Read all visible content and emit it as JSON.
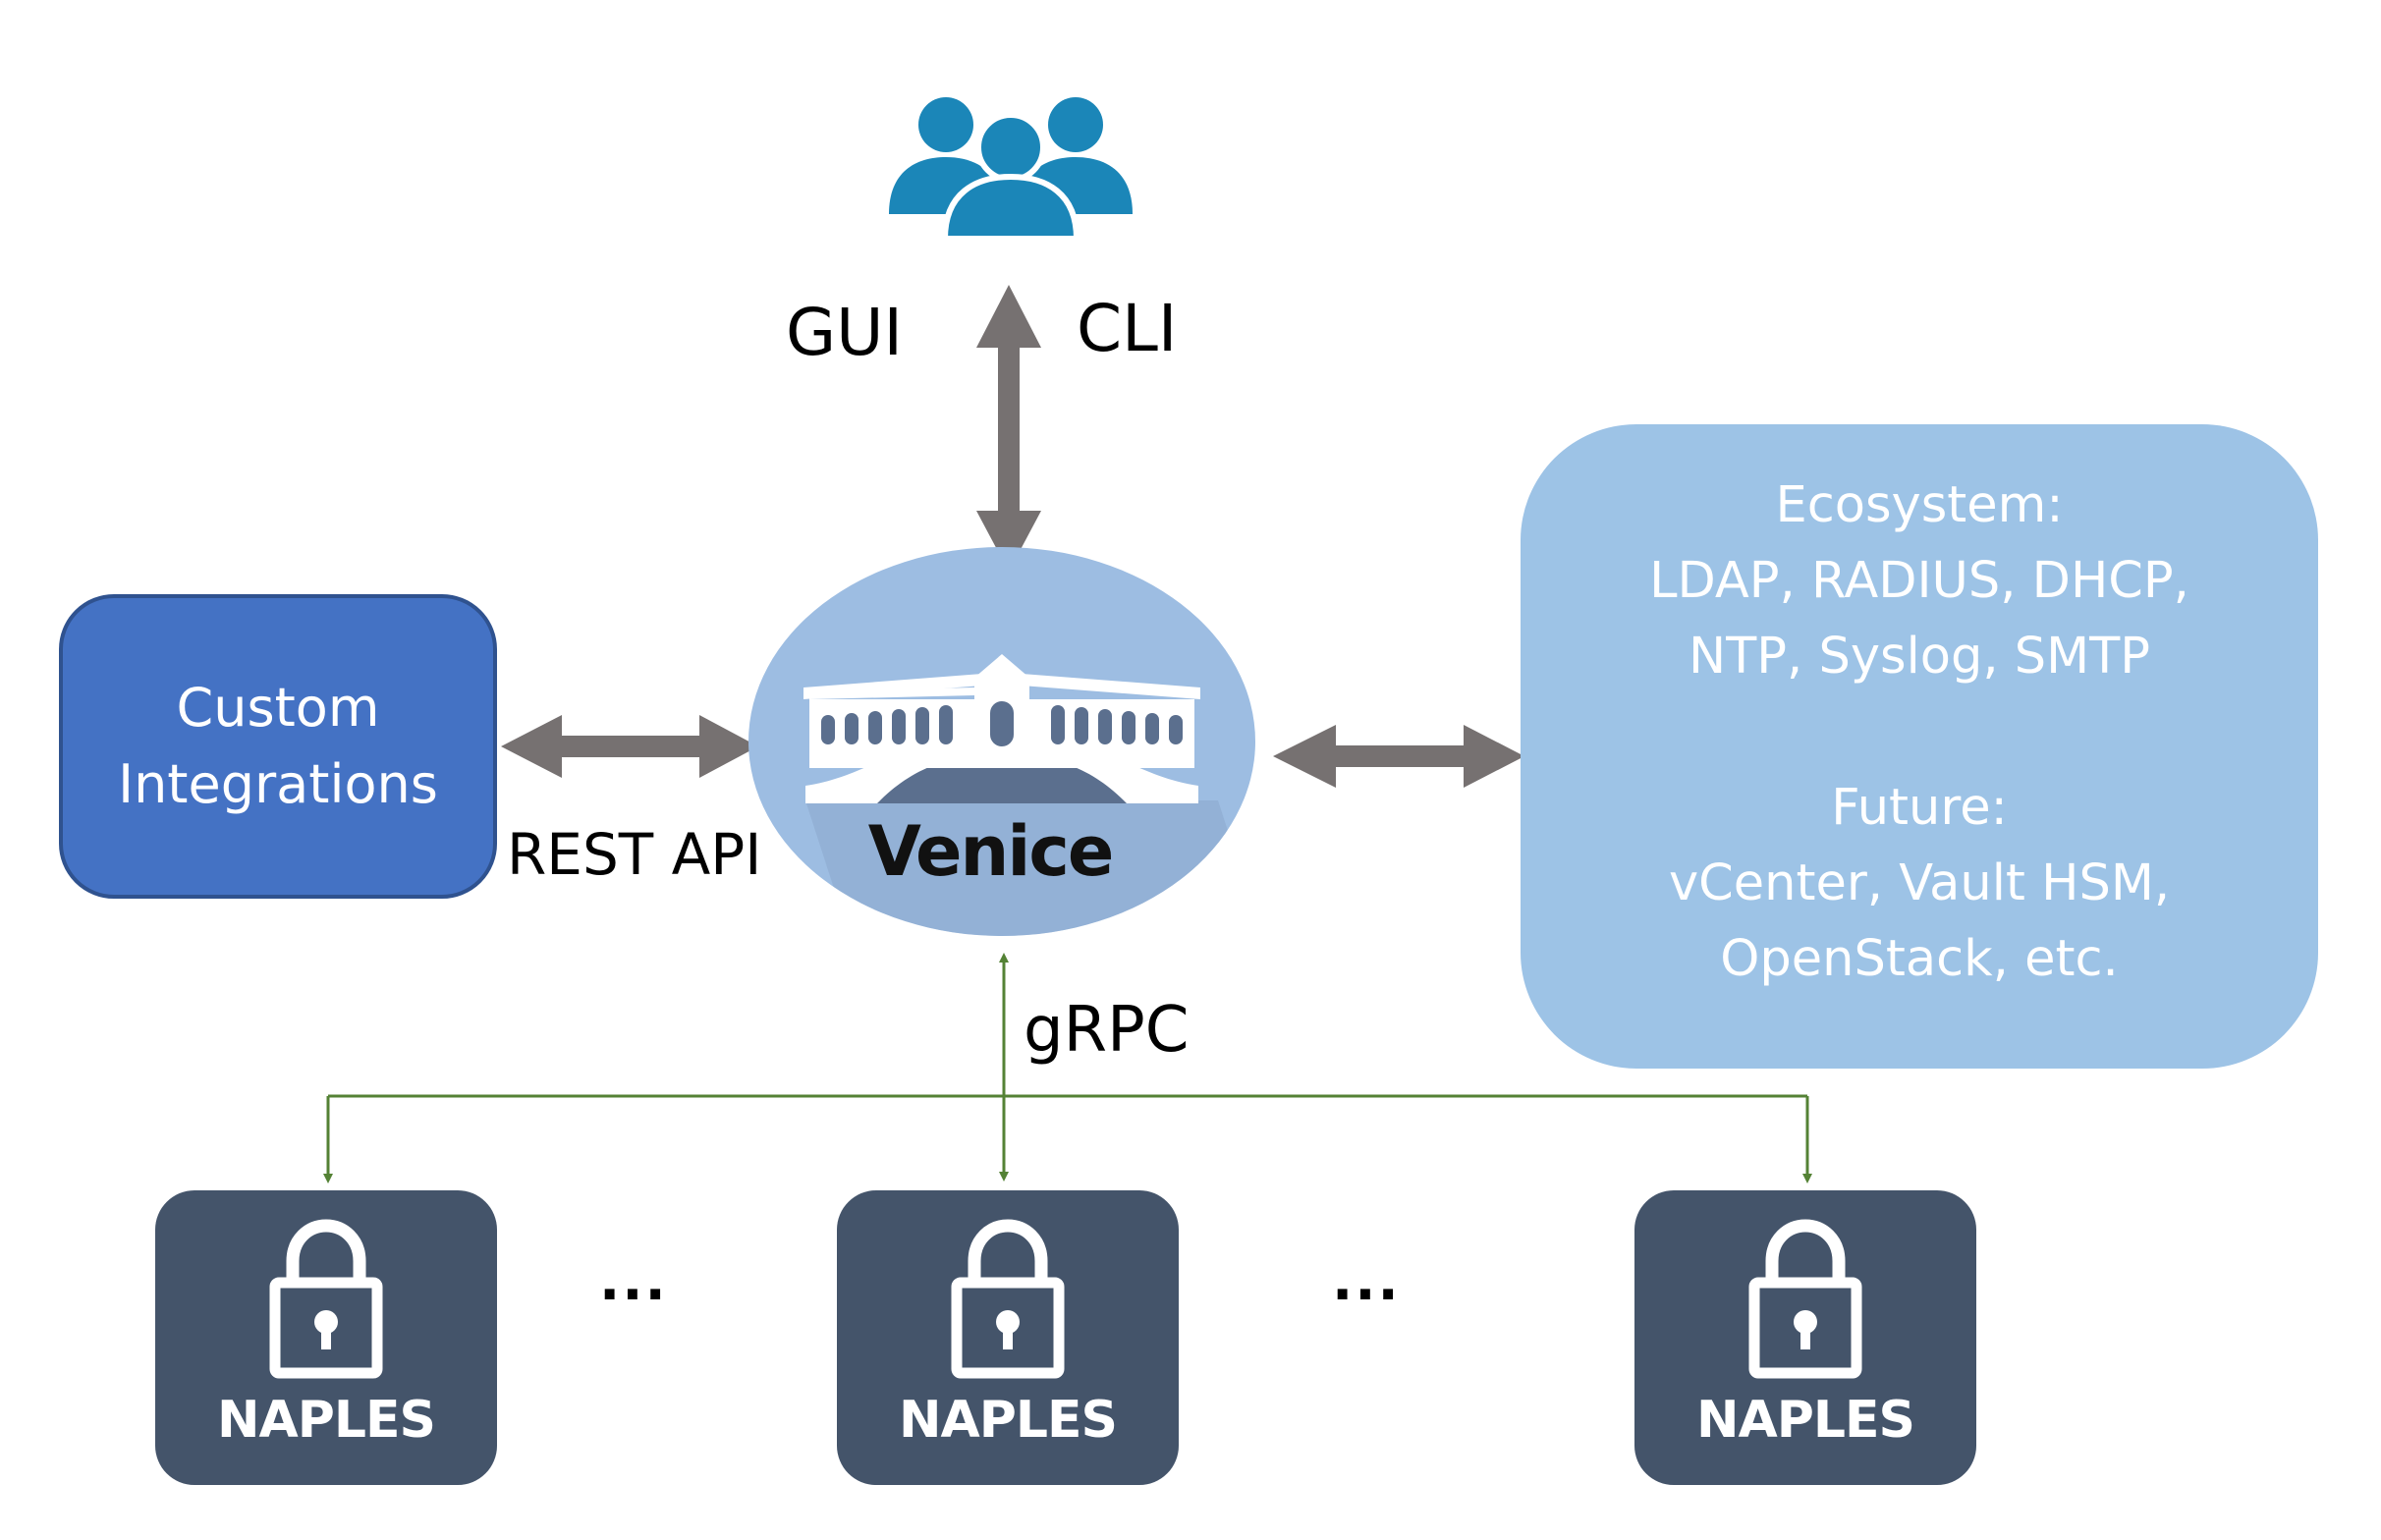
{
  "labels": {
    "gui": "GUI",
    "cli": "CLI",
    "rest_api": "REST API",
    "grpc": "gRPC",
    "venice": "Venice",
    "ellipsis": "..."
  },
  "custom_box": {
    "line1": "Custom",
    "line2": "Integrations"
  },
  "ecosystem_box": {
    "lines": [
      "Ecosystem:",
      "LDAP, RADIUS, DHCP,",
      "NTP, Syslog, SMTP",
      "Future:",
      "vCenter, Vault HSM,",
      "OpenStack, etc."
    ]
  },
  "naples_nodes": [
    {
      "label": "NAPLES"
    },
    {
      "label": "NAPLES"
    },
    {
      "label": "NAPLES"
    }
  ],
  "icons": [
    "users-icon",
    "bridge-icon",
    "lock-icon"
  ],
  "colors": {
    "users": "#1b86b8",
    "venice_circle": "#9dbde2",
    "custom_box": "#4472c4",
    "ecosystem_box": "#9dc3e6",
    "naples_box": "#44546a",
    "arrow_gray": "#767171",
    "grpc_green": "#548235"
  }
}
